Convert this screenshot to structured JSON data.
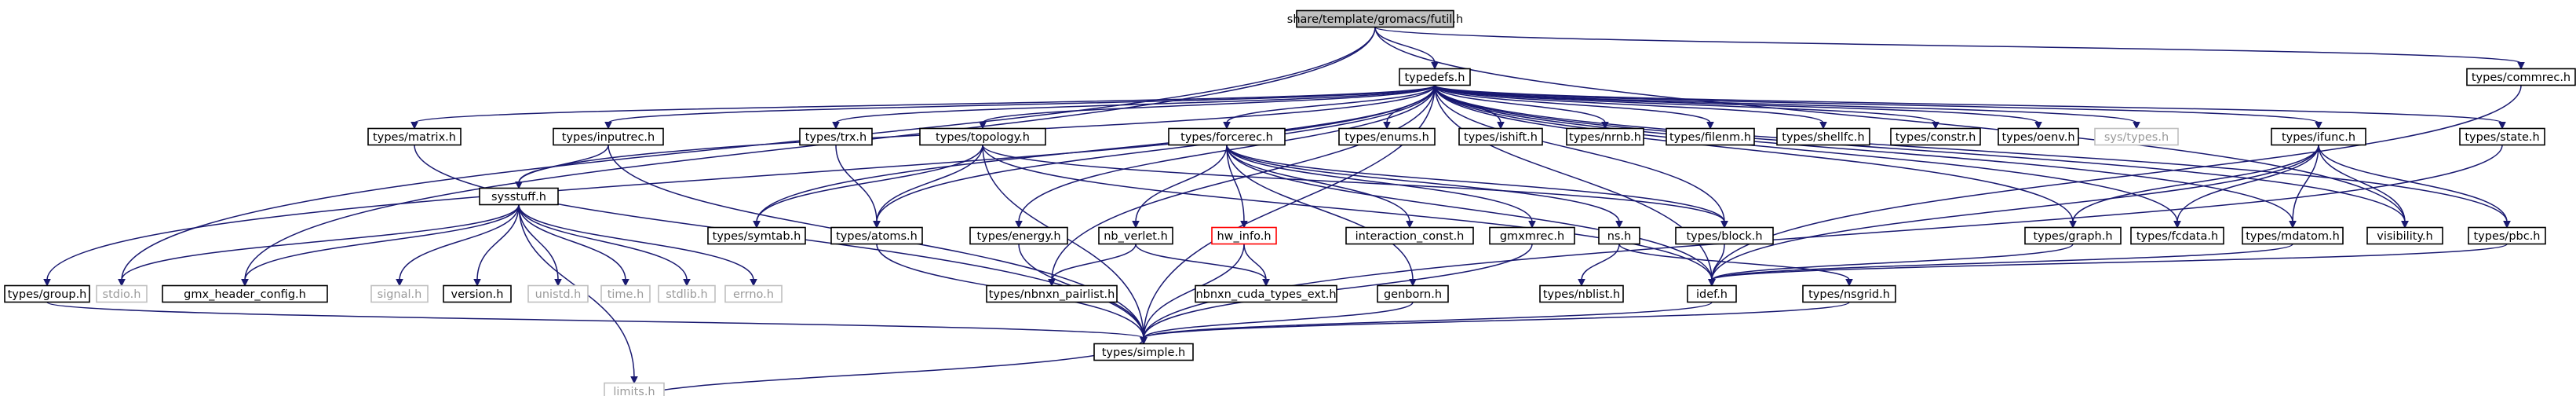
{
  "colors": {
    "edge": "#191970",
    "node_border": "#000000",
    "root_fill": "#bfbfbf",
    "missing_border": "#bfbfbf",
    "truncated_border": "#ff0000"
  },
  "nodes": [
    {
      "id": "root",
      "label": "share/template/gromacs/futil.h",
      "style": "root"
    },
    {
      "id": "typedefs",
      "label": "typedefs.h",
      "style": "normal"
    },
    {
      "id": "commrec",
      "label": "types/commrec.h",
      "style": "normal"
    },
    {
      "id": "matrix",
      "label": "types/matrix.h",
      "style": "normal"
    },
    {
      "id": "inputrec",
      "label": "types/inputrec.h",
      "style": "normal"
    },
    {
      "id": "trx",
      "label": "types/trx.h",
      "style": "normal"
    },
    {
      "id": "topology",
      "label": "types/topology.h",
      "style": "normal"
    },
    {
      "id": "forcerec",
      "label": "types/forcerec.h",
      "style": "normal"
    },
    {
      "id": "enums",
      "label": "types/enums.h",
      "style": "normal"
    },
    {
      "id": "ishift",
      "label": "types/ishift.h",
      "style": "normal"
    },
    {
      "id": "nrnb",
      "label": "types/nrnb.h",
      "style": "normal"
    },
    {
      "id": "filenm",
      "label": "types/filenm.h",
      "style": "normal"
    },
    {
      "id": "shellfc",
      "label": "types/shellfc.h",
      "style": "normal"
    },
    {
      "id": "constr",
      "label": "types/constr.h",
      "style": "normal"
    },
    {
      "id": "oenv",
      "label": "types/oenv.h",
      "style": "normal"
    },
    {
      "id": "systypes",
      "label": "sys/types.h",
      "style": "missing"
    },
    {
      "id": "ifunc",
      "label": "types/ifunc.h",
      "style": "normal"
    },
    {
      "id": "state",
      "label": "types/state.h",
      "style": "normal"
    },
    {
      "id": "sysstuff",
      "label": "sysstuff.h",
      "style": "normal"
    },
    {
      "id": "symtab",
      "label": "types/symtab.h",
      "style": "normal"
    },
    {
      "id": "atoms",
      "label": "types/atoms.h",
      "style": "normal"
    },
    {
      "id": "energy",
      "label": "types/energy.h",
      "style": "normal"
    },
    {
      "id": "nbverlet",
      "label": "nb_verlet.h",
      "style": "normal"
    },
    {
      "id": "hwinfo",
      "label": "hw_info.h",
      "style": "truncated"
    },
    {
      "id": "interaction",
      "label": "interaction_const.h",
      "style": "normal"
    },
    {
      "id": "gmxmrec",
      "label": "gmxmrec.h",
      "style": "normal"
    },
    {
      "id": "ns",
      "label": "ns.h",
      "style": "normal"
    },
    {
      "id": "block",
      "label": "types/block.h",
      "style": "normal"
    },
    {
      "id": "graph",
      "label": "types/graph.h",
      "style": "normal"
    },
    {
      "id": "fcdata",
      "label": "types/fcdata.h",
      "style": "normal"
    },
    {
      "id": "mdatom",
      "label": "types/mdatom.h",
      "style": "normal"
    },
    {
      "id": "visibility",
      "label": "visibility.h",
      "style": "normal"
    },
    {
      "id": "pbc",
      "label": "types/pbc.h",
      "style": "normal"
    },
    {
      "id": "group",
      "label": "types/group.h",
      "style": "normal"
    },
    {
      "id": "stdio",
      "label": "stdio.h",
      "style": "missing"
    },
    {
      "id": "gmxheader",
      "label": "gmx_header_config.h",
      "style": "normal"
    },
    {
      "id": "signal",
      "label": "signal.h",
      "style": "missing"
    },
    {
      "id": "version",
      "label": "version.h",
      "style": "normal"
    },
    {
      "id": "unistd",
      "label": "unistd.h",
      "style": "missing"
    },
    {
      "id": "time",
      "label": "time.h",
      "style": "missing"
    },
    {
      "id": "stdlib",
      "label": "stdlib.h",
      "style": "missing"
    },
    {
      "id": "errno",
      "label": "errno.h",
      "style": "missing"
    },
    {
      "id": "nbnxnpair",
      "label": "types/nbnxn_pairlist.h",
      "style": "normal"
    },
    {
      "id": "nbnxncuda",
      "label": "nbnxn_cuda_types_ext.h",
      "style": "normal"
    },
    {
      "id": "genborn",
      "label": "genborn.h",
      "style": "normal"
    },
    {
      "id": "nblist",
      "label": "types/nblist.h",
      "style": "normal"
    },
    {
      "id": "idef",
      "label": "idef.h",
      "style": "normal"
    },
    {
      "id": "nsgrid",
      "label": "types/nsgrid.h",
      "style": "normal"
    },
    {
      "id": "simple",
      "label": "types/simple.h",
      "style": "normal"
    },
    {
      "id": "limits",
      "label": "limits.h",
      "style": "missing"
    }
  ],
  "edges": [
    [
      "root",
      "typedefs"
    ],
    [
      "root",
      "commrec"
    ],
    [
      "root",
      "visibility"
    ],
    [
      "root",
      "stdio"
    ],
    [
      "root",
      "gmxheader"
    ],
    [
      "commrec",
      "idef"
    ],
    [
      "typedefs",
      "matrix"
    ],
    [
      "typedefs",
      "inputrec"
    ],
    [
      "typedefs",
      "trx"
    ],
    [
      "typedefs",
      "topology"
    ],
    [
      "typedefs",
      "forcerec"
    ],
    [
      "typedefs",
      "enums"
    ],
    [
      "typedefs",
      "ishift"
    ],
    [
      "typedefs",
      "nrnb"
    ],
    [
      "typedefs",
      "filenm"
    ],
    [
      "typedefs",
      "shellfc"
    ],
    [
      "typedefs",
      "constr"
    ],
    [
      "typedefs",
      "oenv"
    ],
    [
      "typedefs",
      "systypes"
    ],
    [
      "typedefs",
      "ifunc"
    ],
    [
      "typedefs",
      "state"
    ],
    [
      "typedefs",
      "group"
    ],
    [
      "typedefs",
      "sysstuff"
    ],
    [
      "typedefs",
      "symtab"
    ],
    [
      "typedefs",
      "atoms"
    ],
    [
      "typedefs",
      "energy"
    ],
    [
      "typedefs",
      "nbnxnpair"
    ],
    [
      "typedefs",
      "block"
    ],
    [
      "typedefs",
      "graph"
    ],
    [
      "typedefs",
      "fcdata"
    ],
    [
      "typedefs",
      "mdatom"
    ],
    [
      "typedefs",
      "visibility"
    ],
    [
      "typedefs",
      "pbc"
    ],
    [
      "typedefs",
      "idef"
    ],
    [
      "typedefs",
      "simple"
    ],
    [
      "matrix",
      "simple"
    ],
    [
      "inputrec",
      "sysstuff"
    ],
    [
      "inputrec",
      "simple"
    ],
    [
      "trx",
      "atoms"
    ],
    [
      "topology",
      "symtab"
    ],
    [
      "topology",
      "atoms"
    ],
    [
      "topology",
      "block"
    ],
    [
      "topology",
      "idef"
    ],
    [
      "topology",
      "simple"
    ],
    [
      "forcerec",
      "nbverlet"
    ],
    [
      "forcerec",
      "hwinfo"
    ],
    [
      "forcerec",
      "interaction"
    ],
    [
      "forcerec",
      "gmxmrec"
    ],
    [
      "forcerec",
      "ns"
    ],
    [
      "forcerec",
      "genborn"
    ],
    [
      "forcerec",
      "block"
    ],
    [
      "forcerec",
      "idef"
    ],
    [
      "ifunc",
      "graph"
    ],
    [
      "ifunc",
      "fcdata"
    ],
    [
      "ifunc",
      "mdatom"
    ],
    [
      "ifunc",
      "visibility"
    ],
    [
      "ifunc",
      "pbc"
    ],
    [
      "ifunc",
      "idef"
    ],
    [
      "state",
      "simple"
    ],
    [
      "sysstuff",
      "stdio"
    ],
    [
      "sysstuff",
      "gmxheader"
    ],
    [
      "sysstuff",
      "signal"
    ],
    [
      "sysstuff",
      "version"
    ],
    [
      "sysstuff",
      "unistd"
    ],
    [
      "sysstuff",
      "time"
    ],
    [
      "sysstuff",
      "stdlib"
    ],
    [
      "sysstuff",
      "errno"
    ],
    [
      "sysstuff",
      "limits"
    ],
    [
      "atoms",
      "simple"
    ],
    [
      "energy",
      "simple"
    ],
    [
      "nbverlet",
      "nbnxnpair"
    ],
    [
      "nbverlet",
      "nbnxncuda"
    ],
    [
      "hwinfo",
      "nbnxncuda"
    ],
    [
      "hwinfo",
      "simple"
    ],
    [
      "gmxmrec",
      "simple"
    ],
    [
      "ns",
      "nblist"
    ],
    [
      "ns",
      "nsgrid"
    ],
    [
      "block",
      "idef"
    ],
    [
      "graph",
      "idef"
    ],
    [
      "mdatom",
      "idef"
    ],
    [
      "pbc",
      "idef"
    ],
    [
      "genborn",
      "simple"
    ],
    [
      "group",
      "simple"
    ],
    [
      "idef",
      "simple"
    ],
    [
      "nsgrid",
      "simple"
    ],
    [
      "limits",
      "simple"
    ]
  ]
}
